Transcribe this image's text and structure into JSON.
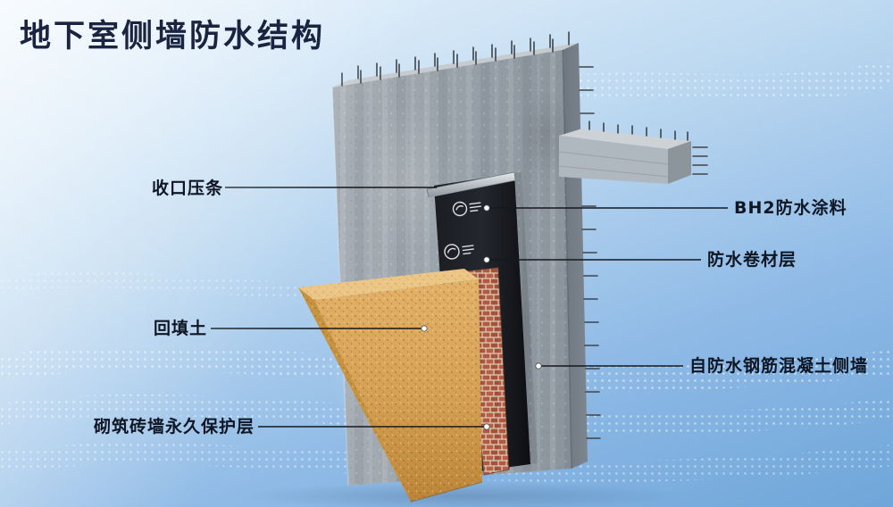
{
  "title": "地下室侧墙防水结构",
  "labels": {
    "closure_strip": "收口压条",
    "backfill": "回填土",
    "brick_protection": "砌筑砖墙永久保护层",
    "bh2_coating": "BH2防水涂料",
    "membrane_layer": "防水卷材层",
    "concrete_wall": "自防水钢筋混凝土侧墙"
  },
  "colors": {
    "title_text": "#1a2440",
    "label_text": "#0e1624",
    "leader_line": "#15181c",
    "background_top": "#eef6fc",
    "background_bottom": "#6fa6d9",
    "concrete_gray": "#99a2aa",
    "membrane_black": "#15171b",
    "soil_tan": "#d5a053",
    "brick_red": "#b25a41",
    "closure_strip_metal": "#c7ced2"
  }
}
